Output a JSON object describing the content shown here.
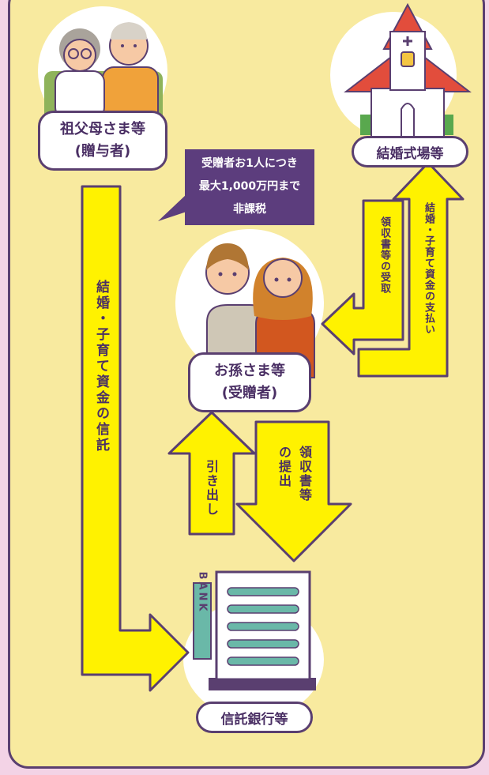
{
  "nodes": {
    "grandparents": {
      "line1": "祖父母さま等",
      "line2": "(贈与者)"
    },
    "venue": {
      "label": "結婚式場等"
    },
    "grandchildren": {
      "line1": "お孫さま等",
      "line2": "(受贈者)"
    },
    "bank": {
      "label": "信託銀行等",
      "sign": "BANK"
    }
  },
  "callout": {
    "line1": "受贈者お1人につき",
    "line2": "最大1,000万円まで",
    "line3": "非課税"
  },
  "arrows": {
    "trust": "結婚・子育て資金の信託",
    "payment": "結婚・子育て資金の支払い",
    "receipt": "領収書等の受取",
    "withdraw": "引き出し",
    "submit_col1": "領収書等",
    "submit_col2": "の提出"
  },
  "colors": {
    "panel": "#f8ea9f",
    "border": "#5a3f70",
    "arrow": "#fff200",
    "callout": "#5c3d7d"
  }
}
